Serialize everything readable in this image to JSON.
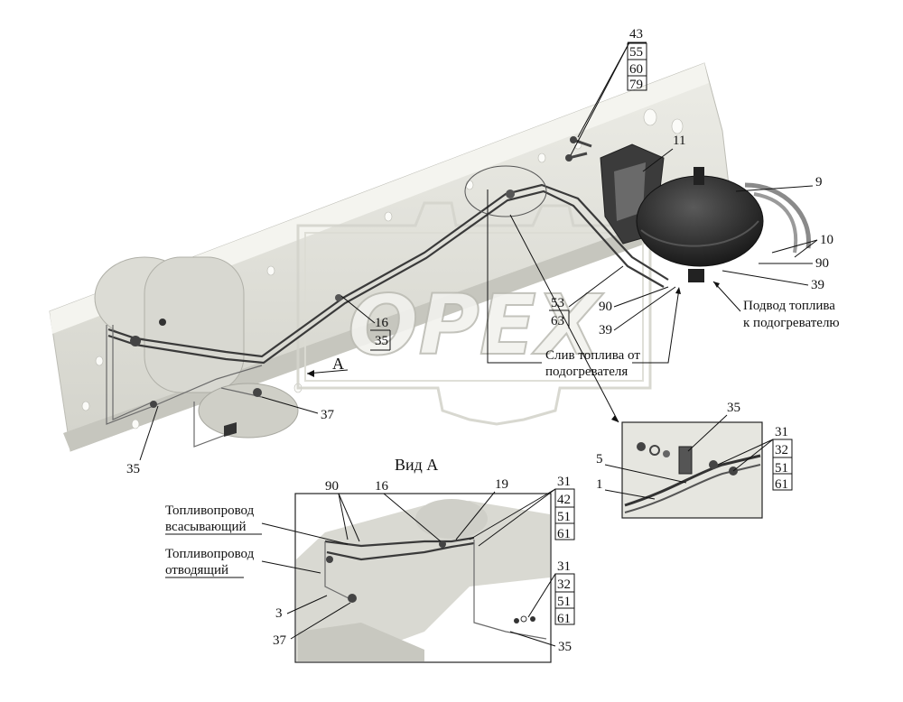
{
  "view_title": "Вид А",
  "watermark_text": "OPEX",
  "view_marker": "A",
  "main_labels": {
    "l43": "43",
    "l55": "55",
    "l60": "60",
    "l79": "79",
    "l11": "11",
    "l9": "9",
    "l10": "10",
    "l90a": "90",
    "l39a": "39",
    "supply_line1": "Подвод топлива",
    "supply_line2": "к подогревателю",
    "l53": "53",
    "l63": "63",
    "l90b": "90",
    "l39b": "39",
    "drain_line1": "Слив топлива от",
    "drain_line2": "подогревателя",
    "l16": "16",
    "l35a": "35",
    "l37": "37",
    "l35b": "35"
  },
  "detail_labels": {
    "l35": "35",
    "l31": "31",
    "l32": "32",
    "l51": "51",
    "l61": "61",
    "l5": "5",
    "l1": "1"
  },
  "view_a_labels": {
    "suction_line1": "Топливопровод",
    "suction_line2": "всасывающий",
    "return_line1": "Топливопровод",
    "return_line2": "отводящий",
    "l90": "90",
    "l16": "16",
    "l19": "19",
    "l31a": "31",
    "l42": "42",
    "l51a": "51",
    "l61a": "61",
    "l31b": "31",
    "l32": "32",
    "l51b": "51",
    "l61b": "61",
    "l3": "3",
    "l37": "37",
    "l35": "35"
  },
  "colors": {
    "frame": "#e3e3dd",
    "frame_dark": "#c9c9c1",
    "tank": "#262626",
    "line": "#111111"
  }
}
